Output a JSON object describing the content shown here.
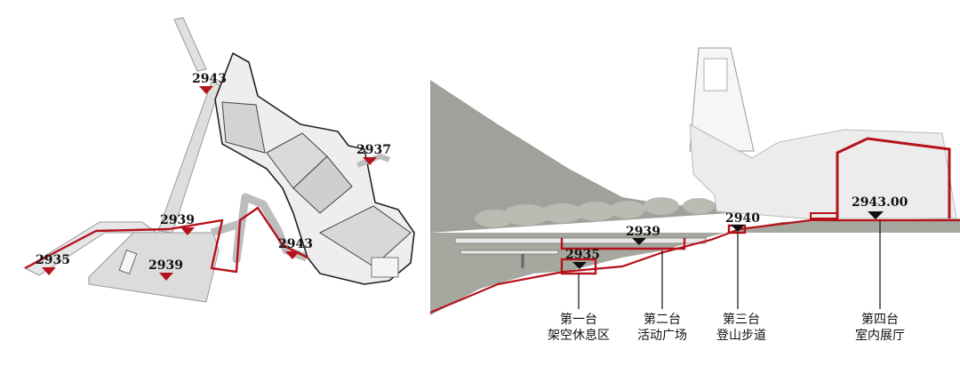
{
  "plan": {
    "elevations": [
      {
        "id": "plan-elev-2943",
        "text": "2943"
      },
      {
        "id": "plan-elev-2937",
        "text": "2937"
      },
      {
        "id": "plan-elev-2939-a",
        "text": "2939"
      },
      {
        "id": "plan-elev-2939-b",
        "text": "2939"
      },
      {
        "id": "plan-elev-2935",
        "text": "2935"
      },
      {
        "id": "plan-elev-2943-b",
        "text": "2943"
      }
    ]
  },
  "section": {
    "elevations": [
      {
        "id": "sec-elev-2939",
        "text": "2939"
      },
      {
        "id": "sec-elev-2935",
        "text": "2935"
      },
      {
        "id": "sec-elev-2940",
        "text": "2940"
      },
      {
        "id": "sec-elev-2943",
        "text": "2943.00"
      }
    ],
    "levels": [
      {
        "line1": "第一台",
        "line2": "架空休息区"
      },
      {
        "line1": "第二台",
        "line2": "活动广场"
      },
      {
        "line1": "第三台",
        "line2": "登山步道"
      },
      {
        "line1": "第四台",
        "line2": "室内展厅"
      }
    ]
  },
  "colors": {
    "accent_red": "#b5121b",
    "hill": "#9fa29a",
    "building_line": "#222222",
    "plan_fill": "#e2e2e2"
  }
}
